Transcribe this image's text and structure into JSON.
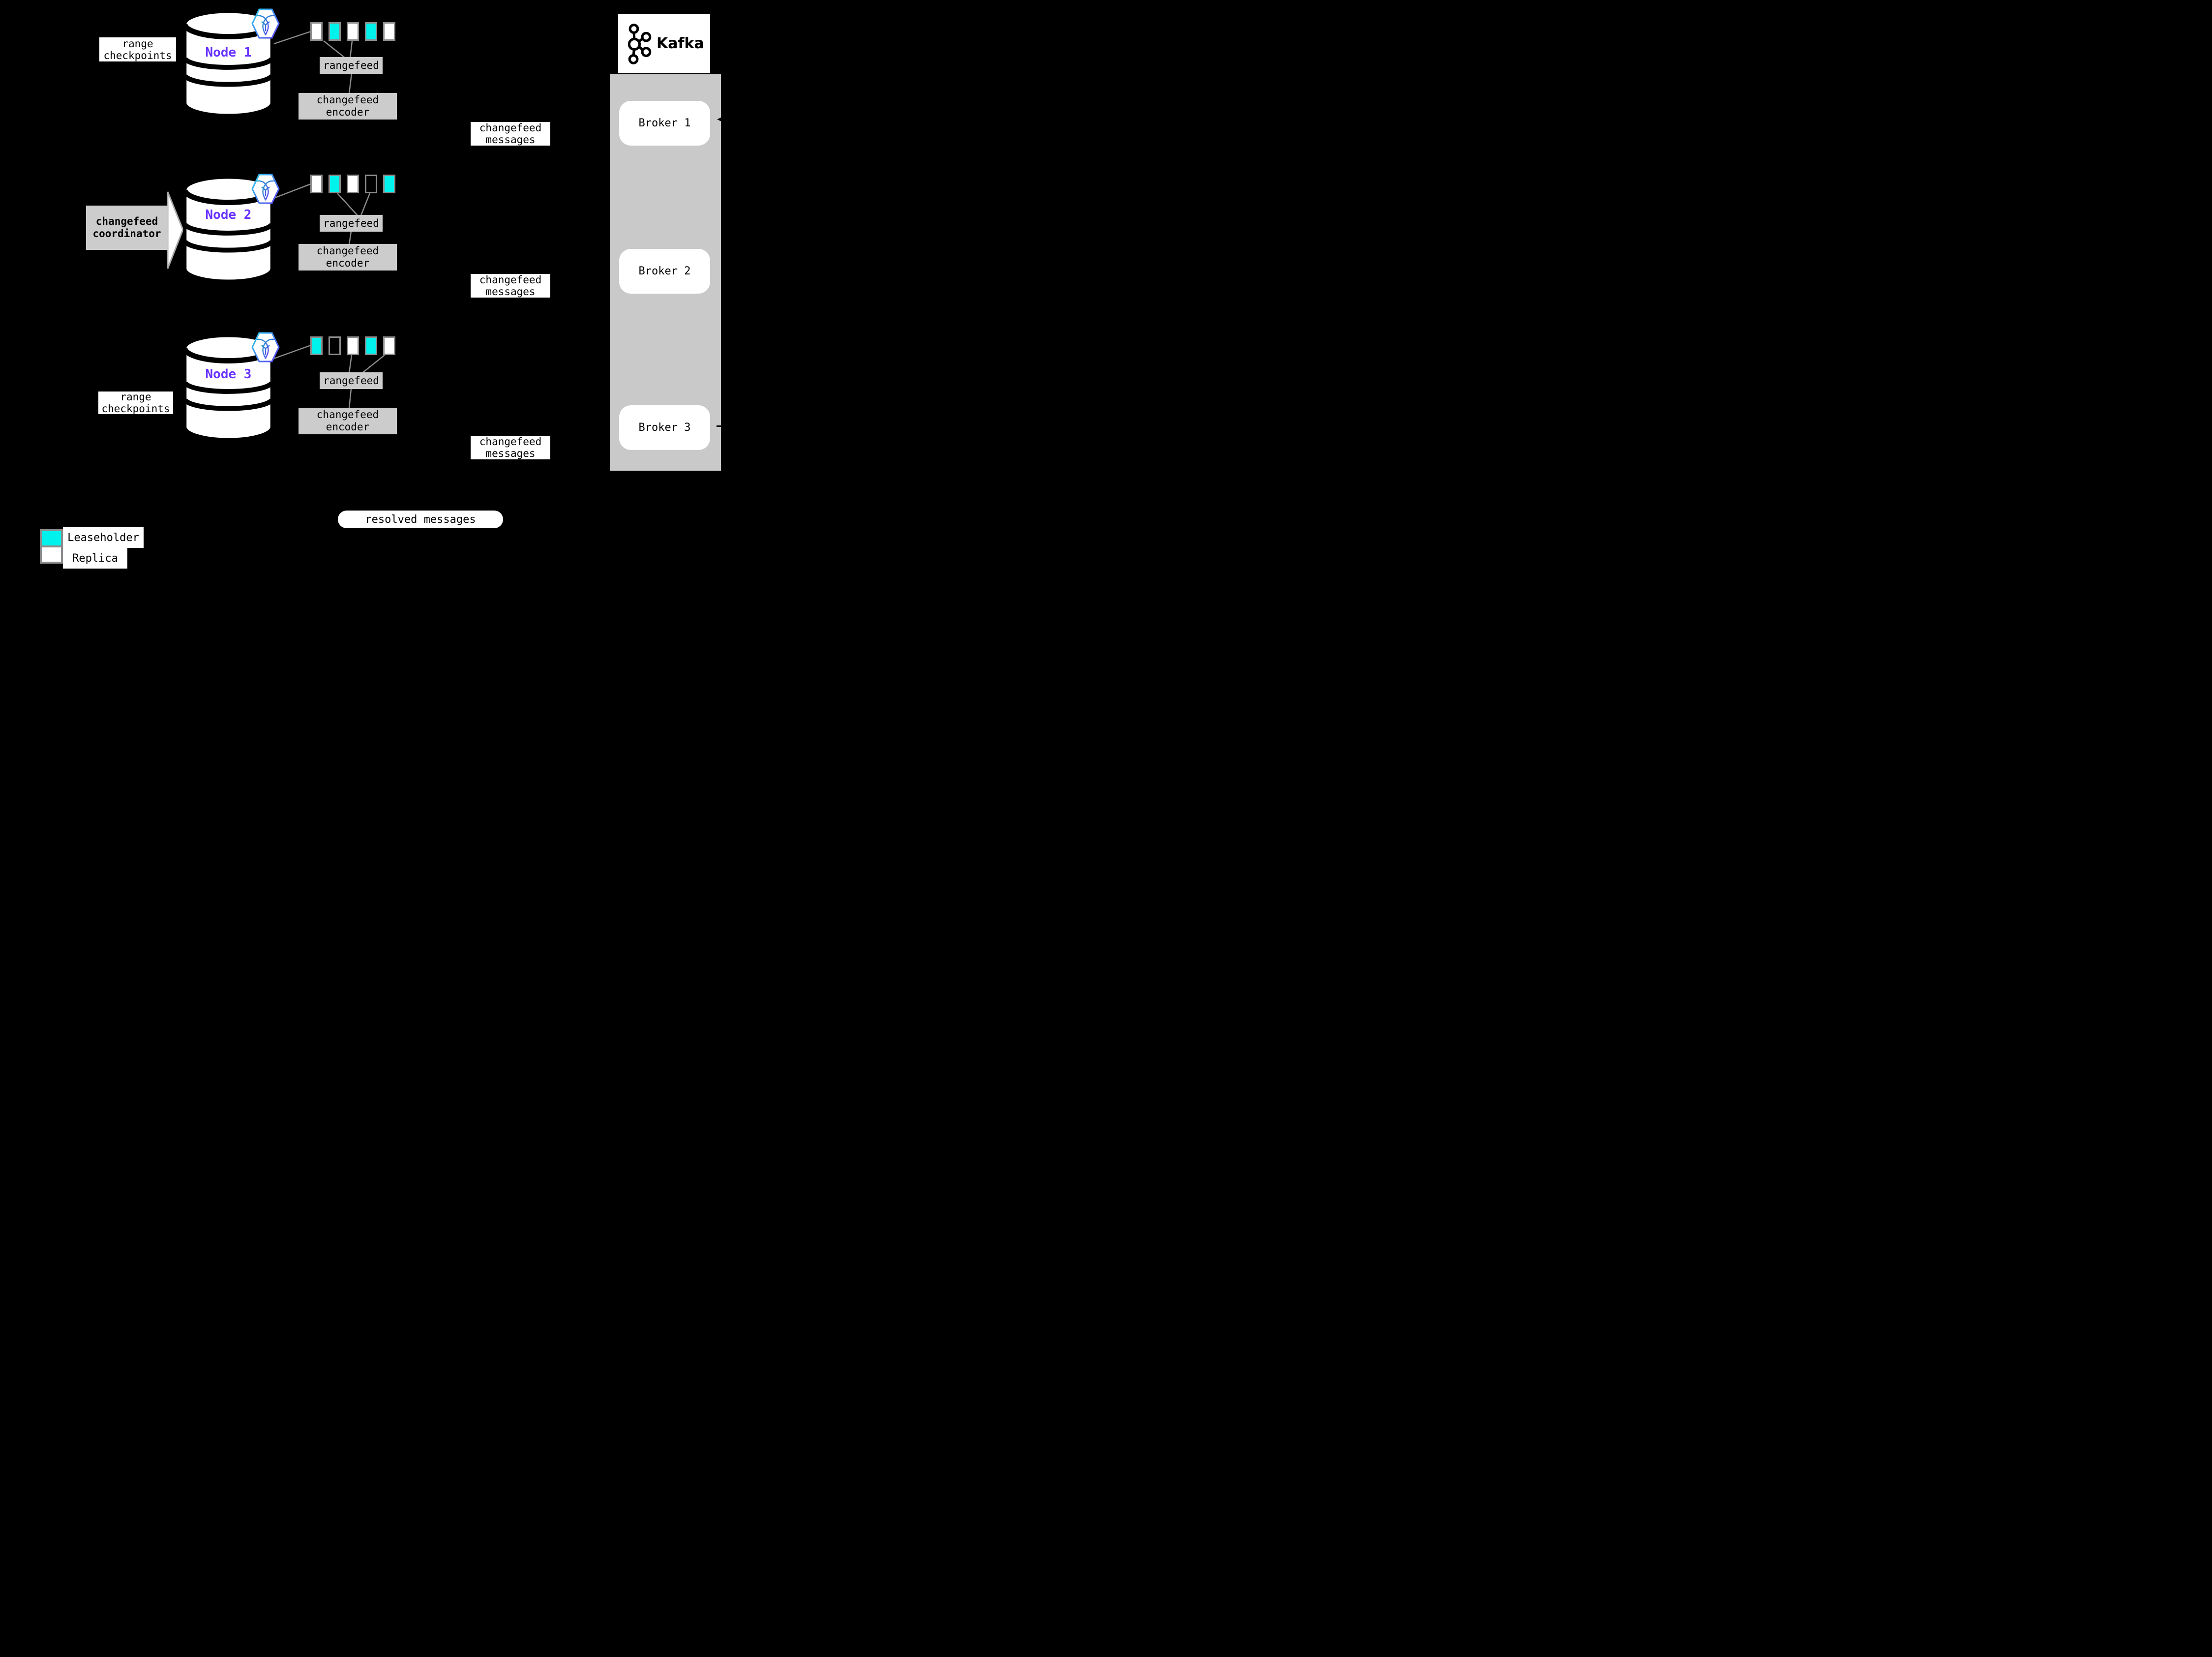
{
  "background": "#000000",
  "colors": {
    "leaseholder": "#00F2EC",
    "replica": "#FFFFFF",
    "node_label": "#6933FF",
    "box_gray": "#CCCCCC",
    "kafka_container_gray": "#C9C9C9",
    "connector_gray": "#8A8A8A",
    "swatch_border_gray": "#8C8C8C"
  },
  "nodes": [
    {
      "label": "Node 1",
      "ranges": [
        "replica",
        "leaseholder",
        "replica",
        "leaseholder",
        "replica"
      ]
    },
    {
      "label": "Node 2",
      "ranges": [
        "replica",
        "leaseholder",
        "replica",
        "empty",
        "leaseholder"
      ]
    },
    {
      "label": "Node 3",
      "ranges": [
        "leaseholder",
        "empty",
        "replica",
        "leaseholder",
        "replica"
      ]
    }
  ],
  "labels": {
    "rangefeed": "rangefeed",
    "encoder_line1": "changefeed",
    "encoder_line2": "encoder",
    "messages_line1": "changefeed",
    "messages_line2": "messages",
    "checkpoints_line1": "range",
    "checkpoints_line2": "checkpoints",
    "coordinator_line1": "changefeed",
    "coordinator_line2": "coordinator",
    "resolved": "resolved messages"
  },
  "kafka": {
    "title": "Kafka",
    "brokers": [
      {
        "label": "Broker 1"
      },
      {
        "label": "Broker 2"
      },
      {
        "label": "Broker 3"
      }
    ]
  },
  "legend": [
    {
      "kind": "leaseholder",
      "label": "Leaseholder"
    },
    {
      "kind": "replica",
      "label": "Replica"
    }
  ],
  "icons": {
    "cockroachdb": "cockroachdb-icon",
    "kafka": "kafka-icon"
  }
}
